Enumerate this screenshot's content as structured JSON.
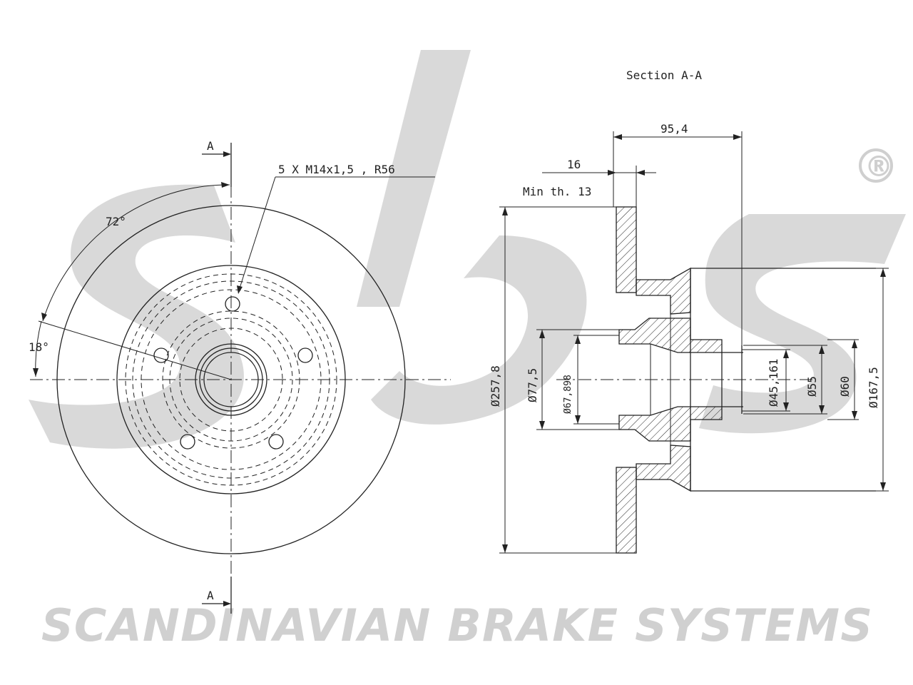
{
  "brand": {
    "watermark_text": "SCANDINAVIAN BRAKE SYSTEMS",
    "registered_mark": "®",
    "logo": "sbs",
    "watermark_color": "#d0d0d0"
  },
  "front_view": {
    "section_marker_top": "A",
    "section_marker_bottom": "A",
    "bolt_spec": "5 X M14x1,5 , R56",
    "angle_pitch": "72°",
    "angle_offset": "18°"
  },
  "section_view": {
    "title": "Section A-A",
    "dim_total_height": "95,4",
    "dim_thickness": "16",
    "dim_min_thickness": "Min th. 13",
    "dim_outer_diameter": "Ø257,8",
    "dim_d77": "Ø77,5",
    "dim_d67": "Ø67,898",
    "dim_d45": "Ø45,161",
    "dim_d55": "Ø55",
    "dim_d60": "Ø60",
    "dim_d167": "Ø167,5"
  }
}
